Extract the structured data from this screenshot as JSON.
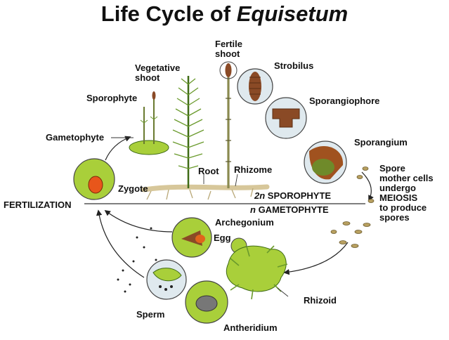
{
  "title": {
    "main": "Life Cycle of ",
    "genus": "Equisetum"
  },
  "labels": {
    "fertile_shoot": [
      "Fertile",
      "shoot"
    ],
    "vegetative_shoot": [
      "Vegetative",
      "shoot"
    ],
    "strobilus": "Strobilus",
    "sporangiophore": "Sporangiophore",
    "sporangium": "Sporangium",
    "sporophyte": "Sporophyte",
    "gametophyte": "Gametophyte",
    "root": "Root",
    "rhizome": "Rhizome",
    "zygote": "Zygote",
    "fertilization": "FERTILIZATION",
    "sporophyte_phase": {
      "ploidy": "2n",
      "text": " SPOROPHYTE"
    },
    "gametophyte_phase": {
      "ploidy": "n",
      "text": " GAMETOPHYTE"
    },
    "meiosis_note": [
      "Spore",
      "mother cells",
      "undergo",
      "MEIOSIS",
      "to produce",
      "spores"
    ],
    "archegonium": "Archegonium",
    "egg": "Egg",
    "rhizoid": "Rhizoid",
    "sperm": "Sperm",
    "antheridium": "Antheridium"
  },
  "colors": {
    "plant_green": "#6a9a2c",
    "dark_green": "#3f6b16",
    "gametophyte_green": "#a9cf3a",
    "strobilus_brown": "#8a4a26",
    "circle_fill": "#dfe9ee",
    "zygote_orange": "#e8561b",
    "egg_orange": "#e0641c",
    "rhizome_tan": "#d7c79a"
  }
}
